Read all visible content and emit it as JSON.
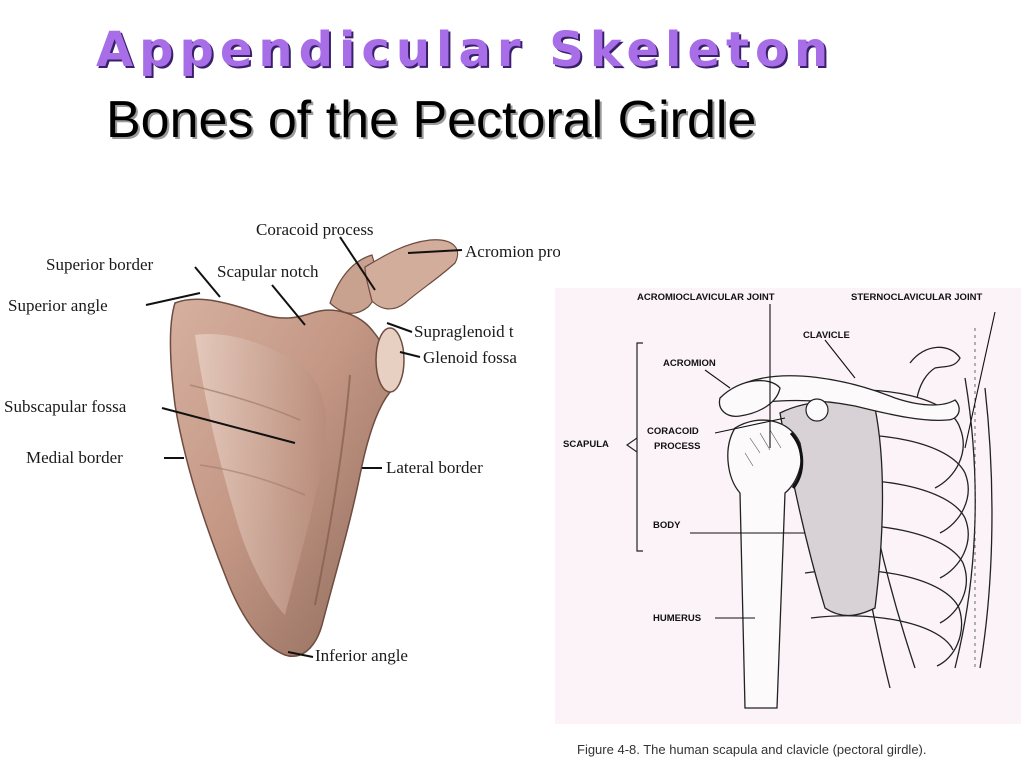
{
  "title": "Appendicular Skeleton",
  "subtitle": "Bones of the Pectoral Girdle",
  "scapula_labels": {
    "coracoid_process": "Coracoid process",
    "acromion_process": "Acromion process",
    "superior_border": "Superior  border",
    "scapular_notch": "Scapular notch",
    "superior_angle": "Superior angle",
    "supraglenoid": "Supraglenoid t",
    "glenoid_fossa": "Glenoid fossa",
    "subscapular_fossa": "Subscapular fossa",
    "medial_border": "Medial  border",
    "lateral_border": "Lateral border",
    "inferior_angle": "Inferior angle"
  },
  "girdle_labels": {
    "acromioclavicular_joint": "ACROMIOCLAVICULAR  JOINT",
    "sternoclavicular_joint": "STERNOCLAVICULAR  JOINT",
    "clavicle": "CLAVICLE",
    "acromion": "ACROMION",
    "coracoid_process_line1": "CORACOID",
    "coracoid_process_line2": "PROCESS",
    "scapula": "SCAPULA",
    "body": "BODY",
    "humerus": "HUMERUS"
  },
  "caption": "Figure 4-8.  The human scapula and clavicle (pectoral girdle).",
  "colors": {
    "title": "#a86ee8",
    "bone": "#c79f8c",
    "panel_background": "#fbf3f8"
  }
}
